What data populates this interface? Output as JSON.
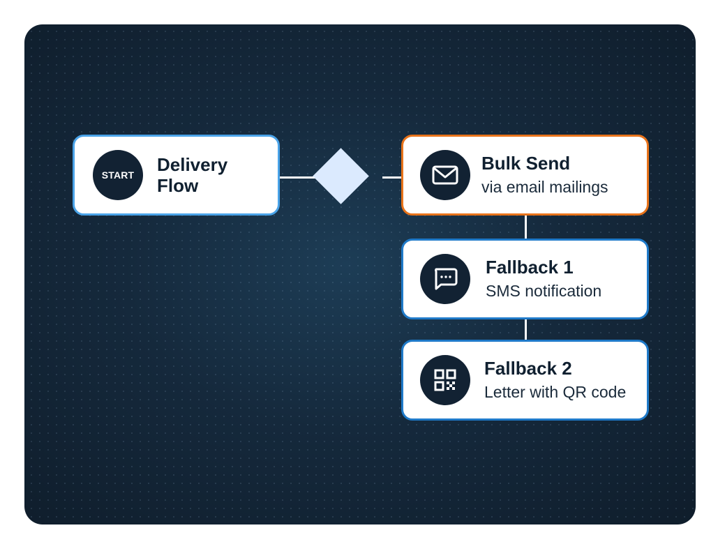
{
  "diagram": {
    "start_node": {
      "badge": "START",
      "title_line1": "Delivery",
      "title_line2": "Flow"
    },
    "primary": {
      "title": "Bulk Send",
      "subtitle": "via email mailings",
      "icon": "envelope-icon"
    },
    "fallback1": {
      "title": "Fallback 1",
      "subtitle": "SMS notification",
      "icon": "chat-bubble-icon"
    },
    "fallback2": {
      "title": "Fallback 2",
      "subtitle": "Letter with QR code",
      "icon": "qr-code-icon"
    },
    "colors": {
      "background": "#15293c",
      "node_fill": "#ffffff",
      "start_border": "#4aa3e8",
      "primary_border": "#e8731a",
      "fallback_border": "#1f7ac9",
      "icon_circle": "#122233",
      "decision_diamond": "#dbeafe"
    }
  }
}
